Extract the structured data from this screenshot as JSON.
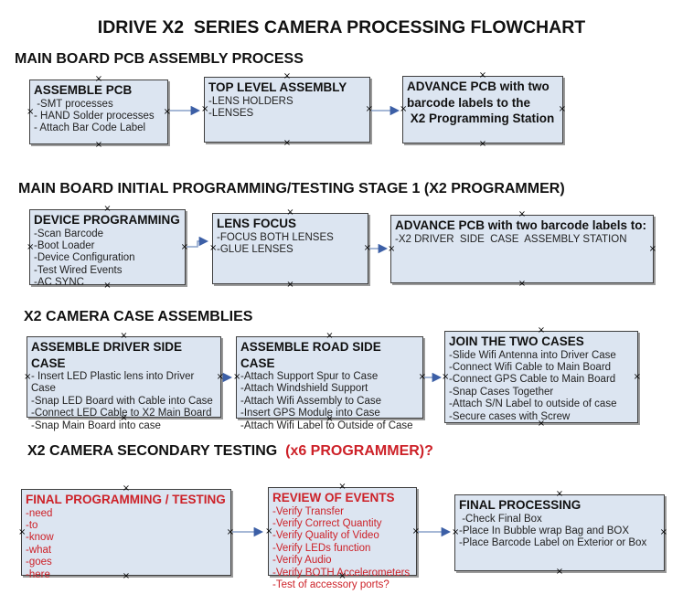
{
  "title": "IDRIVE X2  SERIES CAMERA PROCESSING FLOWCHART",
  "colors": {
    "box-fill": "#dce5f1",
    "box-border": "#3f3f3f",
    "box-shadow": "#9b9b9b",
    "arrow-line": "#88a0c8",
    "arrow-head": "#3c5fa6",
    "red": "#cd2128",
    "text": "#151515"
  },
  "sections": [
    {
      "heading": "MAIN BOARD PCB ASSEMBLY PROCESS",
      "boxes": [
        {
          "title": "ASSEMBLE PCB",
          "items": [
            " -SMT processes",
            "- HAND Solder processes",
            "- Attach Bar Code Label"
          ]
        },
        {
          "title": "TOP LEVEL ASSEMBLY",
          "items": [
            "-LENS HOLDERS",
            "-LENSES"
          ]
        },
        {
          "title": "ADVANCE PCB with two\nbarcode labels to the\n X2 Programming Station",
          "items": []
        }
      ]
    },
    {
      "heading": "MAIN BOARD INITIAL PROGRAMMING/TESTING STAGE 1 (X2 PROGRAMMER)",
      "boxes": [
        {
          "title": "DEVICE PROGRAMMING",
          "items": [
            "-Scan Barcode",
            "-Boot Loader",
            "-Device Configuration",
            "-Test Wired Events",
            "-AC SYNC"
          ]
        },
        {
          "title": "LENS FOCUS",
          "items": [
            "-FOCUS BOTH LENSES",
            "-GLUE LENSES"
          ]
        },
        {
          "title": "ADVANCE PCB with two barcode labels to:",
          "items": [
            "-X2 DRIVER  SIDE  CASE  ASSEMBLY STATION"
          ]
        }
      ]
    },
    {
      "heading": "X2 CAMERA CASE ASSEMBLIES",
      "boxes": [
        {
          "title": "ASSEMBLE DRIVER SIDE CASE",
          "items": [
            "- Insert LED Plastic lens into Driver Case",
            "-Snap LED Board with Cable into Case",
            "-Connect LED Cable to X2 Main Board",
            "-Snap Main Board into case"
          ]
        },
        {
          "title": "ASSEMBLE ROAD SIDE CASE",
          "items": [
            "-Attach Support Spur to Case",
            "-Attach Windshield Support",
            "-Attach Wifi Assembly to Case",
            "-Insert GPS Module into Case",
            "-Attach Wifi Label to Outside of Case"
          ]
        },
        {
          "title": "JOIN THE TWO CASES",
          "items": [
            "-Slide Wifi Antenna into Driver Case",
            "-Connect Wifi Cable to Main Board",
            "-Connect GPS Cable to Main Board",
            "-Snap Cases Together",
            "-Attach S/N Label to outside of case",
            "-Secure cases with Screw"
          ]
        }
      ]
    },
    {
      "heading": "X2 CAMERA SECONDARY TESTING  ",
      "heading_red": "(x6 PROGRAMMER)?",
      "boxes": [
        {
          "title": "FINAL PROGRAMMING / TESTING",
          "items": [
            "-need",
            "-to",
            "-know",
            "-what",
            "-goes",
            "-here"
          ]
        },
        {
          "title": "REVIEW OF EVENTS",
          "items": [
            "-Verify Transfer",
            "-Verify Correct Quantity",
            "-Verify Quality of Video",
            "-Verify LEDs function",
            "-Verify Audio",
            "-Verify BOTH Accelerometers",
            "-Test of accessory ports?"
          ]
        },
        {
          "title": "FINAL PROCESSING",
          "items": [
            " -Check Final Box",
            "-Place In Bubble wrap Bag and BOX",
            "-Place Barcode Label on Exterior or Box"
          ]
        }
      ]
    }
  ]
}
